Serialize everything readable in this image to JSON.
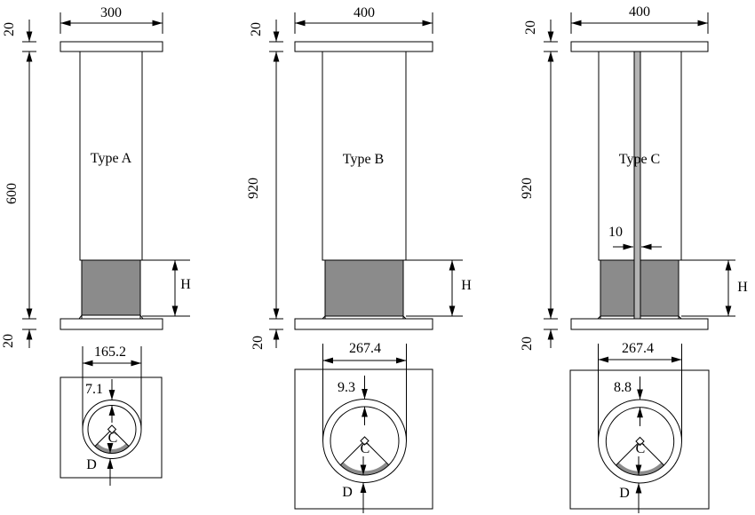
{
  "diagram": {
    "columns": [
      {
        "name": "Type A",
        "elevation": {
          "top_width": "300",
          "top_plate_thickness": "20",
          "shaft_height": "600",
          "bottom_plate_thickness": "20",
          "infill_height_label": "H"
        },
        "section": {
          "outer_diameter": "165.2",
          "wall_thickness": "7.1",
          "angle_vertex_label": "C",
          "gap_label": "D"
        }
      },
      {
        "name": "Type B",
        "elevation": {
          "top_width": "400",
          "top_plate_thickness": "20",
          "shaft_height": "920",
          "bottom_plate_thickness": "20",
          "infill_height_label": "H"
        },
        "section": {
          "outer_diameter": "267.4",
          "wall_thickness": "9.3",
          "angle_vertex_label": "C",
          "gap_label": "D"
        }
      },
      {
        "name": "Type C",
        "elevation": {
          "top_width": "400",
          "top_plate_thickness": "20",
          "shaft_height": "920",
          "bottom_plate_thickness": "20",
          "web_plate_thickness": "10",
          "infill_height_label": "H"
        },
        "section": {
          "outer_diameter": "267.4",
          "wall_thickness": "8.8",
          "angle_vertex_label": "C",
          "gap_label": "D"
        }
      }
    ],
    "colors": {
      "line": "#000000",
      "infill_gray": "#8b8b8b",
      "web_plate_gray": "#b4b4b4",
      "gap_arc_gray": "#8c8c8c",
      "background": "#ffffff"
    }
  }
}
